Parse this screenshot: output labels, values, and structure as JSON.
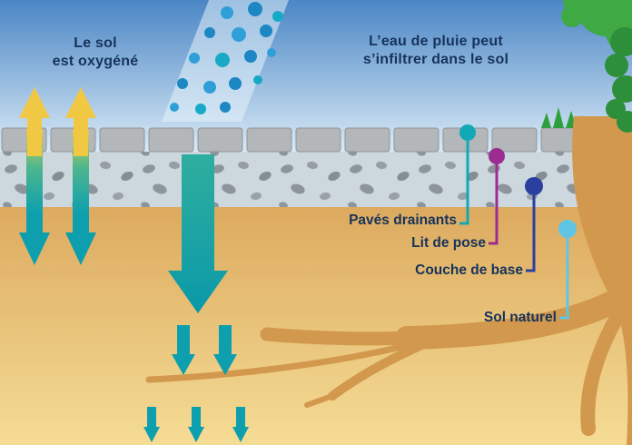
{
  "captions": {
    "soil_oxygen": "Le sol\nest oxygéné",
    "rain_infiltration": "L’eau de pluie peut\ns’infiltrer dans le sol"
  },
  "legend": {
    "items": [
      {
        "label": "Pavés drainants",
        "color": "#13a8b6"
      },
      {
        "label": "Lit de pose",
        "color": "#9c2c92"
      },
      {
        "label": "Couche de base",
        "color": "#2b3f9e"
      },
      {
        "label": "Sol naturel",
        "color": "#5ec6e4"
      }
    ]
  },
  "colors": {
    "sky_top": "#4b86c5",
    "sky_bottom": "#d9eaf6",
    "caption_text": "#16335b",
    "paver_gray": "#b3b7ba",
    "bedding_gray": "#ccd7de",
    "stone_gray": "#8d949b",
    "soil_top": "#dcaa5f",
    "soil_bottom": "#f5dc95",
    "root_brown": "#d2984e",
    "foliage_green": "#3fa944",
    "oxygen_arrow_yellow": "#f1c844",
    "water_arrow_teal": "#0d9fae",
    "raindrop_blue": "#2798d2"
  }
}
